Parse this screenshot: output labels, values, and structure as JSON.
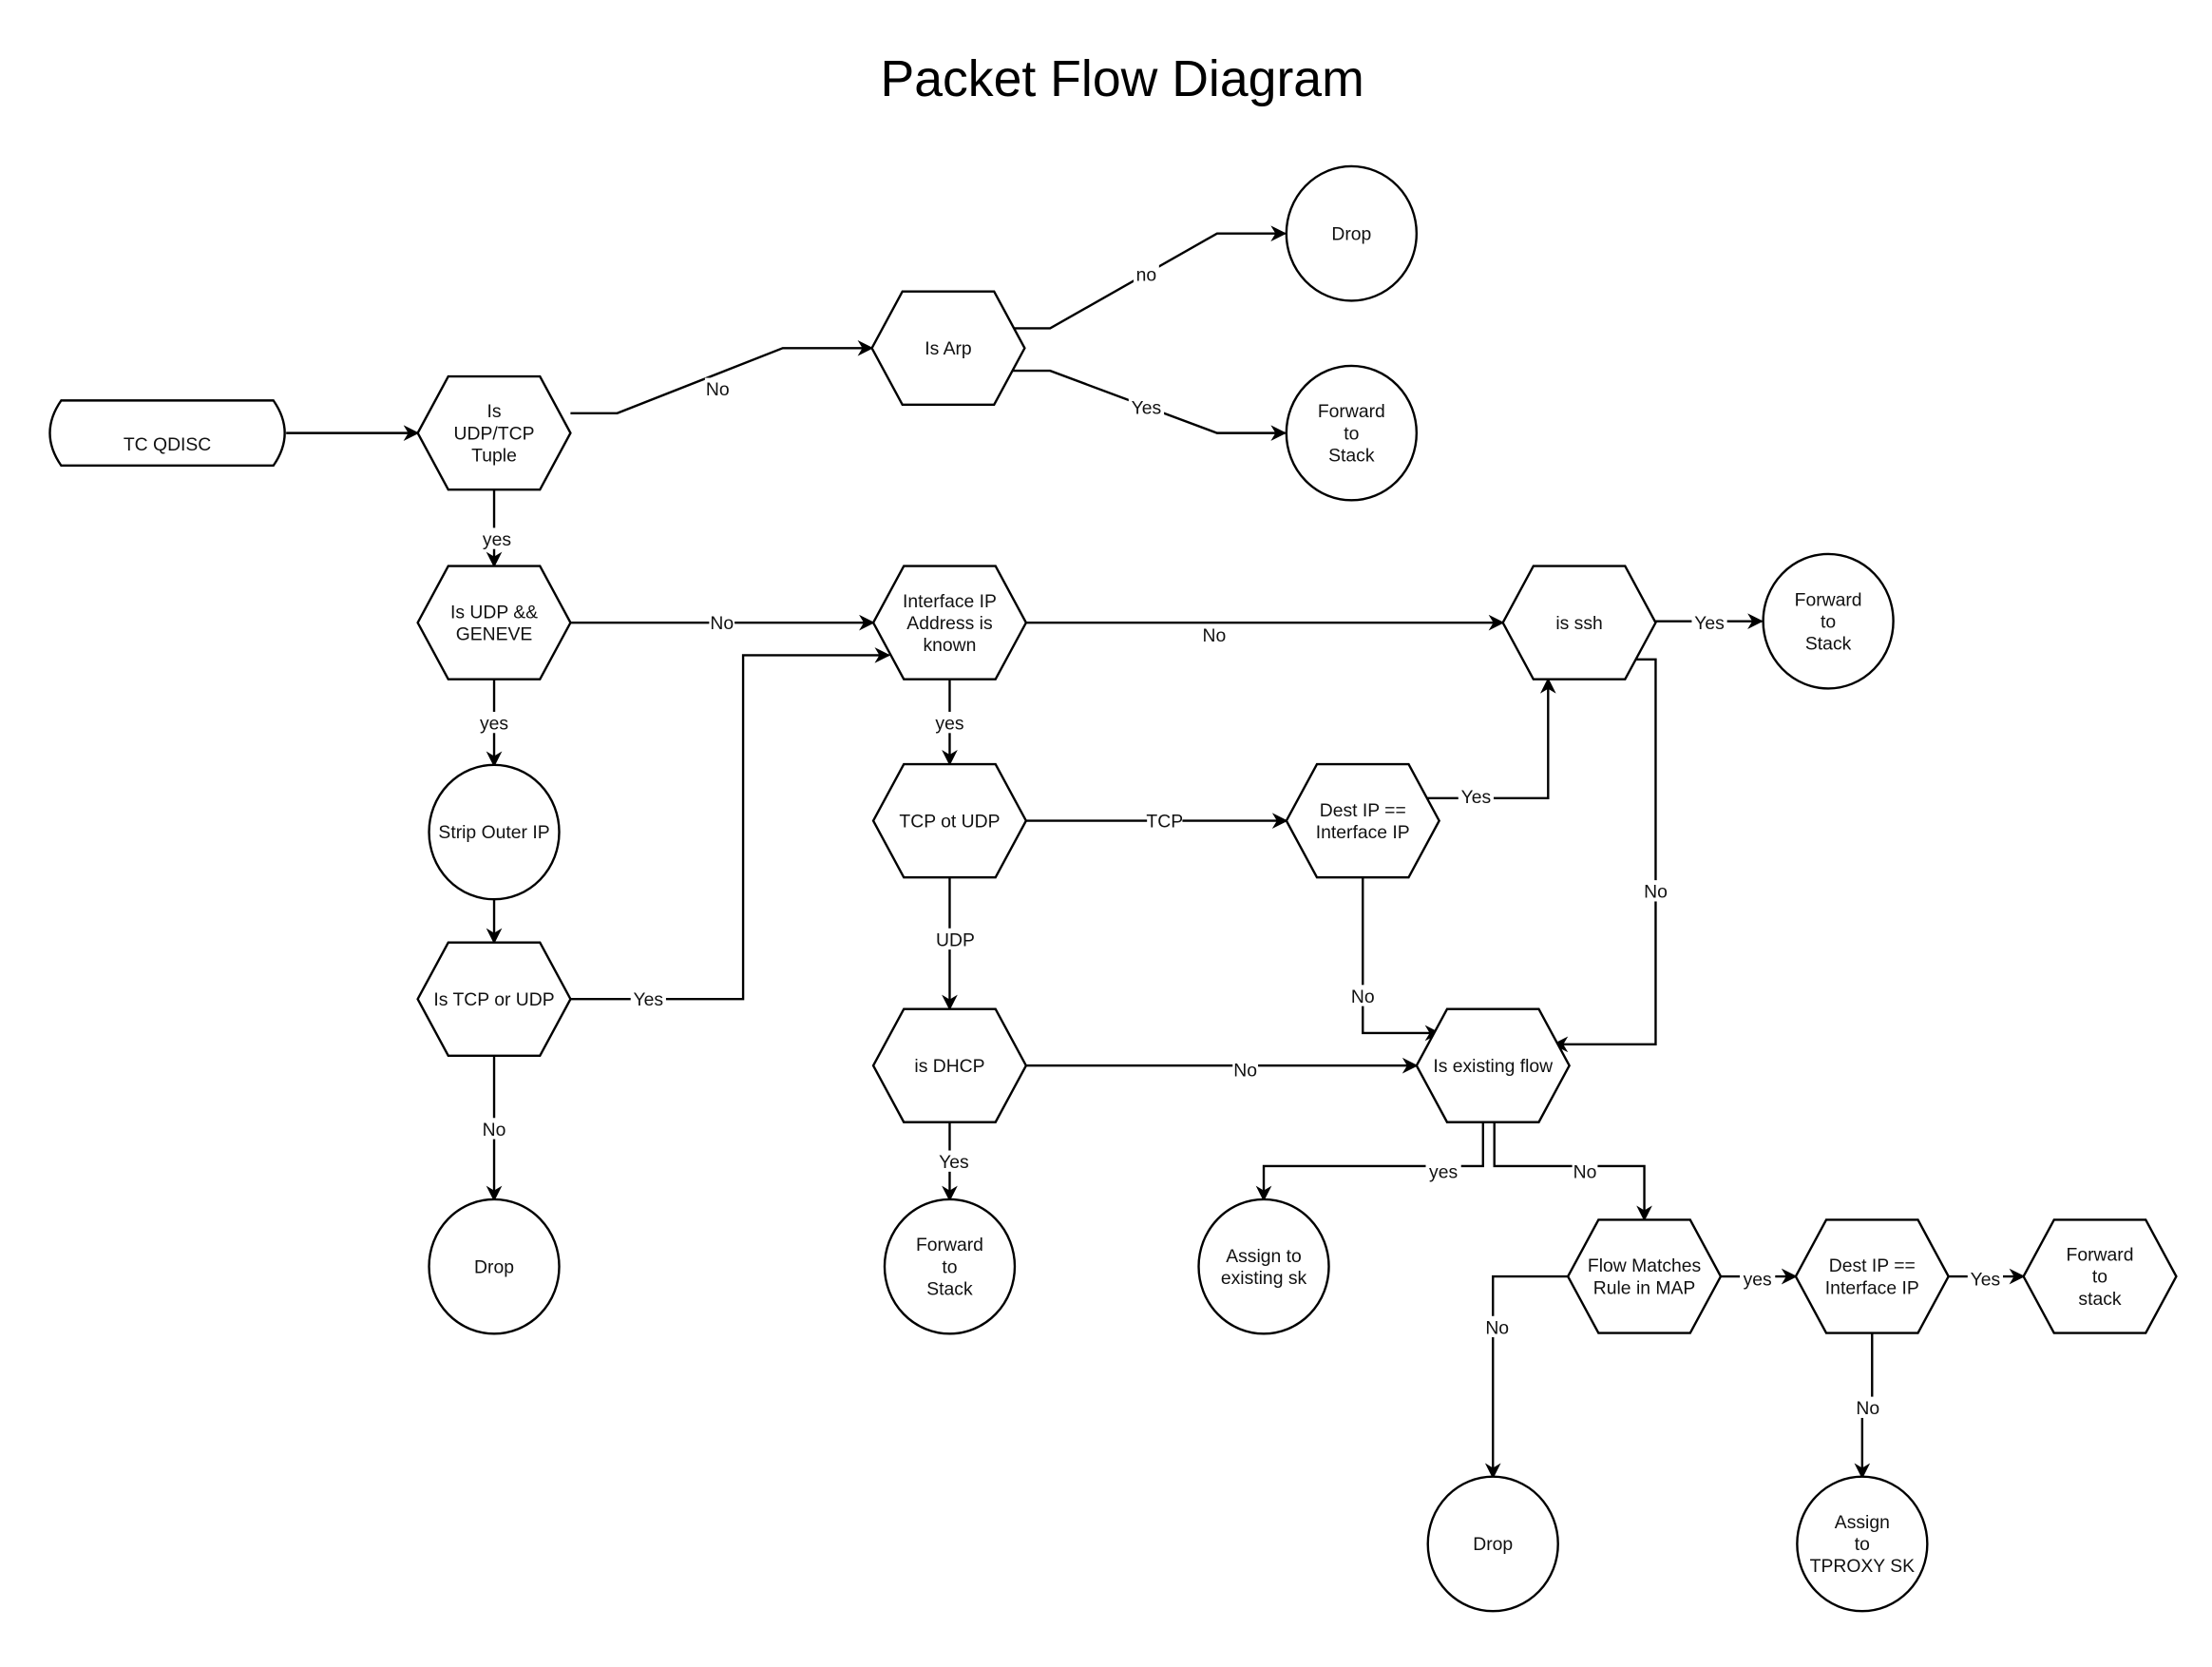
{
  "title": "Packet Flow Diagram",
  "colors": {
    "stroke": "#000000",
    "fill": "#ffffff",
    "text": "#111111"
  },
  "nodes": {
    "tc_qdisc": {
      "shape": "terminator",
      "lines": [
        "TC QDISC"
      ]
    },
    "is_udp_tcp_tuple": {
      "shape": "hexagon",
      "lines": [
        "Is",
        "UDP/TCP",
        "Tuple"
      ]
    },
    "is_arp": {
      "shape": "hexagon",
      "lines": [
        "Is Arp"
      ]
    },
    "drop_arp": {
      "shape": "circle",
      "lines": [
        "Drop"
      ]
    },
    "forward_arp": {
      "shape": "circle",
      "lines": [
        "Forward",
        "to",
        "Stack"
      ]
    },
    "is_udp_geneve": {
      "shape": "hexagon",
      "lines": [
        "Is UDP &&",
        "GENEVE"
      ]
    },
    "interface_ip_known": {
      "shape": "hexagon",
      "lines": [
        "Interface IP",
        "Address is",
        "known"
      ]
    },
    "is_ssh": {
      "shape": "hexagon",
      "lines": [
        "is ssh"
      ]
    },
    "forward_ssh": {
      "shape": "circle",
      "lines": [
        "Forward",
        "to",
        "Stack"
      ]
    },
    "strip_outer_ip": {
      "shape": "circle",
      "lines": [
        "Strip Outer IP"
      ]
    },
    "tcp_or_udp_inner": {
      "shape": "hexagon",
      "lines": [
        "TCP ot UDP"
      ]
    },
    "dest_ip_eq_iface_1": {
      "shape": "hexagon",
      "lines": [
        "Dest  IP ==",
        "Interface IP"
      ]
    },
    "is_tcp_or_udp": {
      "shape": "hexagon",
      "lines": [
        "Is TCP or UDP"
      ]
    },
    "is_dhcp": {
      "shape": "hexagon",
      "lines": [
        "is DHCP"
      ]
    },
    "is_existing_flow": {
      "shape": "hexagon",
      "lines": [
        "Is  existing flow"
      ]
    },
    "drop_left": {
      "shape": "circle",
      "lines": [
        "Drop"
      ]
    },
    "forward_dhcp": {
      "shape": "circle",
      "lines": [
        "Forward",
        "to",
        "Stack"
      ]
    },
    "assign_existing_sk": {
      "shape": "circle",
      "lines": [
        "Assign to",
        "existing sk"
      ]
    },
    "flow_matches_rule": {
      "shape": "hexagon",
      "lines": [
        "Flow Matches",
        "Rule in MAP"
      ]
    },
    "dest_ip_eq_iface_2": {
      "shape": "hexagon",
      "lines": [
        "Dest  IP ==",
        "Interface IP"
      ]
    },
    "forward_to_stack_hex": {
      "shape": "hexagon",
      "lines": [
        "Forward",
        "to",
        "stack"
      ]
    },
    "drop_bottom": {
      "shape": "circle",
      "lines": [
        "Drop"
      ]
    },
    "assign_tproxy": {
      "shape": "circle",
      "lines": [
        "Assign",
        "to",
        "TPROXY SK"
      ]
    }
  },
  "edges": [
    {
      "from": "tc_qdisc",
      "to": "is_udp_tcp_tuple",
      "label": ""
    },
    {
      "from": "is_udp_tcp_tuple",
      "to": "is_arp",
      "label": "No"
    },
    {
      "from": "is_arp",
      "to": "drop_arp",
      "label": "no"
    },
    {
      "from": "is_arp",
      "to": "forward_arp",
      "label": "Yes"
    },
    {
      "from": "is_udp_tcp_tuple",
      "to": "is_udp_geneve",
      "label": "yes"
    },
    {
      "from": "is_udp_geneve",
      "to": "interface_ip_known",
      "label": "No"
    },
    {
      "from": "is_udp_geneve",
      "to": "strip_outer_ip",
      "label": "yes"
    },
    {
      "from": "strip_outer_ip",
      "to": "is_tcp_or_udp",
      "label": ""
    },
    {
      "from": "is_tcp_or_udp",
      "to": "interface_ip_known",
      "label": "Yes"
    },
    {
      "from": "is_tcp_or_udp",
      "to": "drop_left",
      "label": "No"
    },
    {
      "from": "interface_ip_known",
      "to": "is_ssh",
      "label": "No"
    },
    {
      "from": "is_ssh",
      "to": "forward_ssh",
      "label": "Yes"
    },
    {
      "from": "is_ssh",
      "to": "is_existing_flow",
      "label": "No"
    },
    {
      "from": "interface_ip_known",
      "to": "tcp_or_udp_inner",
      "label": "yes"
    },
    {
      "from": "tcp_or_udp_inner",
      "to": "dest_ip_eq_iface_1",
      "label": "TCP"
    },
    {
      "from": "dest_ip_eq_iface_1",
      "to": "is_ssh",
      "label": "Yes"
    },
    {
      "from": "dest_ip_eq_iface_1",
      "to": "is_existing_flow",
      "label": "No"
    },
    {
      "from": "tcp_or_udp_inner",
      "to": "is_dhcp",
      "label": "UDP"
    },
    {
      "from": "is_dhcp",
      "to": "is_existing_flow",
      "label": "No"
    },
    {
      "from": "is_dhcp",
      "to": "forward_dhcp",
      "label": "Yes"
    },
    {
      "from": "is_existing_flow",
      "to": "assign_existing_sk",
      "label": "yes"
    },
    {
      "from": "is_existing_flow",
      "to": "flow_matches_rule",
      "label": "No"
    },
    {
      "from": "flow_matches_rule",
      "to": "dest_ip_eq_iface_2",
      "label": "yes"
    },
    {
      "from": "flow_matches_rule",
      "to": "drop_bottom",
      "label": "No"
    },
    {
      "from": "dest_ip_eq_iface_2",
      "to": "forward_to_stack_hex",
      "label": "Yes"
    },
    {
      "from": "dest_ip_eq_iface_2",
      "to": "assign_tproxy",
      "label": "No"
    }
  ]
}
